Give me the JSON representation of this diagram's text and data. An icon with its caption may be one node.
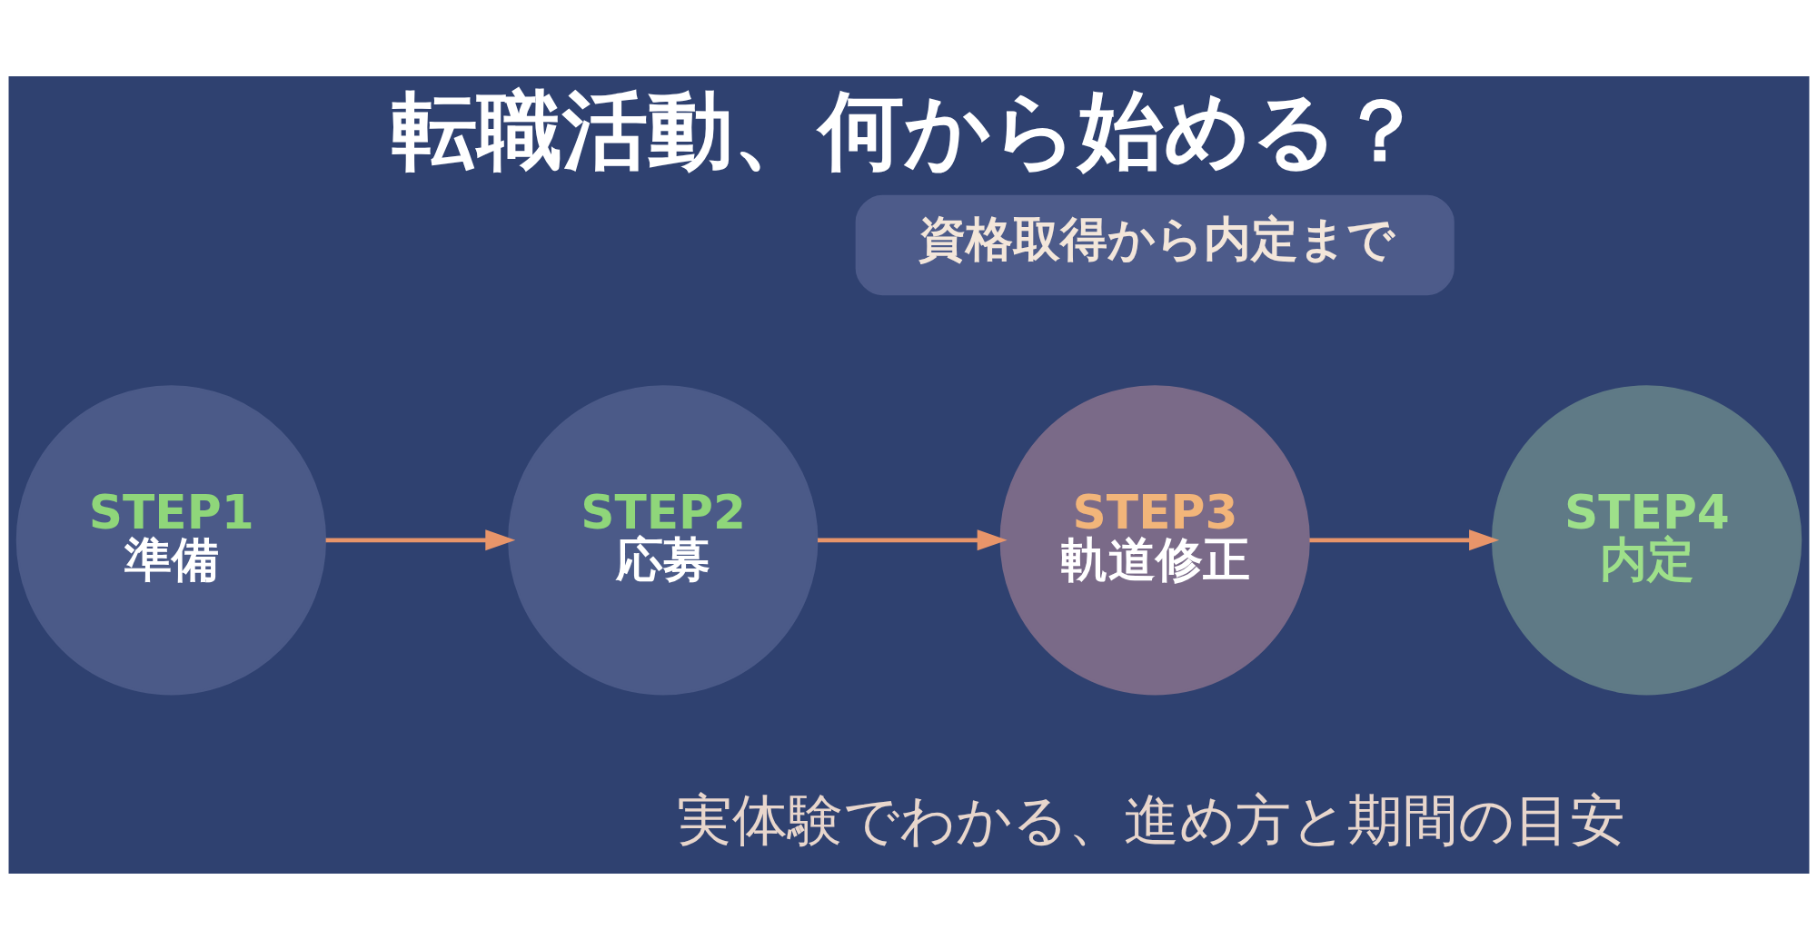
{
  "diagram": {
    "title": "転職活動、何から始める？",
    "nodes": [
      {
        "text": [
          "STEP1",
          "準備"
        ]
      },
      {
        "text": [
          "STEP2",
          "応募"
        ]
      },
      {
        "text": [
          "STEP3",
          "軌道修正"
        ]
      },
      {
        "text": [
          "STEP4",
          "内定"
        ]
      }
    ],
    "edges": [
      {
        "from": 0,
        "to": 1,
        "arrow": "to"
      },
      {
        "from": 1,
        "to": 2,
        "arrow": "to"
      },
      {
        "from": 2,
        "to": 3,
        "arrow": "to"
      }
    ],
    "labels": [
      "資格取得から内定まで",
      "実体験でわかる、進め方と期間の目安"
    ]
  }
}
